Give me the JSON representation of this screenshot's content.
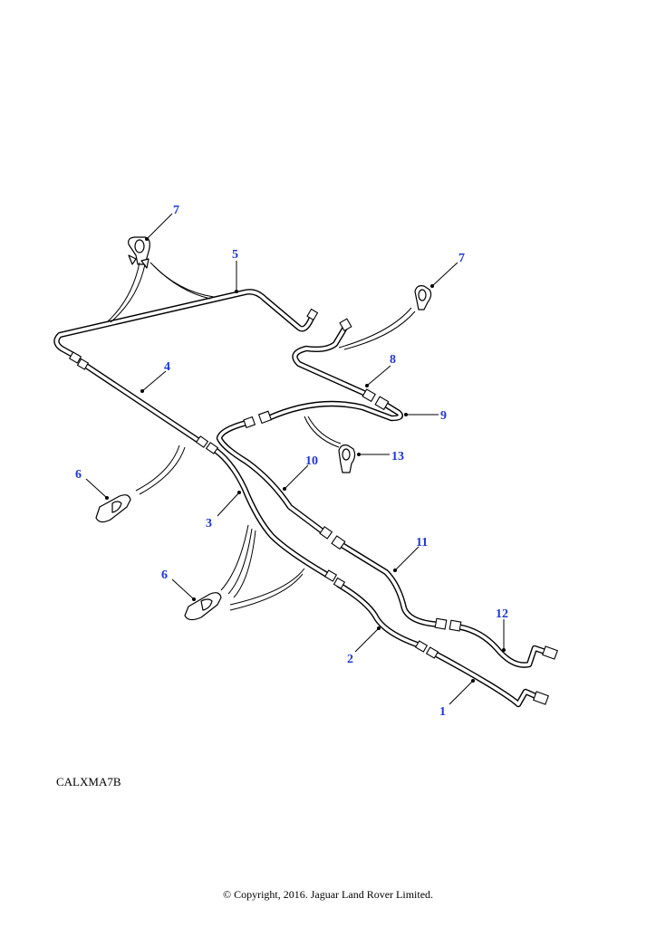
{
  "diagram": {
    "reference_code": "CALXMA7B",
    "copyright": "© Copyright, 2016. Jaguar Land Rover Limited.",
    "callout_color": "#1f36d6",
    "callouts": [
      {
        "id": "1",
        "label": "1"
      },
      {
        "id": "2",
        "label": "2"
      },
      {
        "id": "3",
        "label": "3"
      },
      {
        "id": "4",
        "label": "4"
      },
      {
        "id": "5",
        "label": "5"
      },
      {
        "id": "6a",
        "label": "6"
      },
      {
        "id": "6b",
        "label": "6"
      },
      {
        "id": "7a",
        "label": "7"
      },
      {
        "id": "7b",
        "label": "7"
      },
      {
        "id": "8",
        "label": "8"
      },
      {
        "id": "9",
        "label": "9"
      },
      {
        "id": "10",
        "label": "10"
      },
      {
        "id": "11",
        "label": "11"
      },
      {
        "id": "12",
        "label": "12"
      },
      {
        "id": "13",
        "label": "13"
      }
    ]
  }
}
